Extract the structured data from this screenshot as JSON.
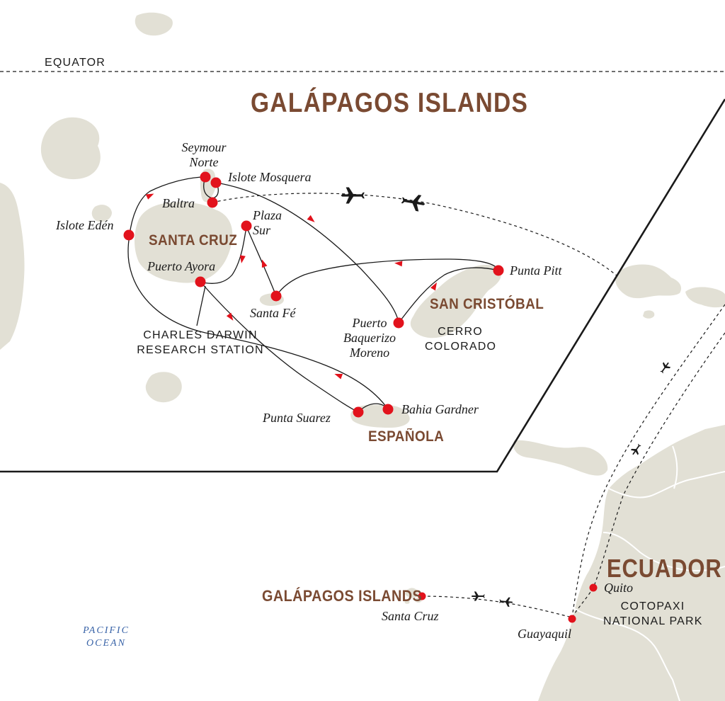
{
  "map": {
    "equator_label": "EQUATOR",
    "title": "GALÁPAGOS ISLANDS",
    "ocean_label": [
      "PACIFIC",
      "OCEAN"
    ],
    "colors": {
      "land": "#e2e0d5",
      "stop": "#e2121c",
      "island_label": "#7a4a32",
      "ocean_label": "#3a64a8",
      "route": "#1a1a1a"
    },
    "islands": [
      {
        "id": "santa-cruz",
        "label": "SANTA CRUZ"
      },
      {
        "id": "san-cristobal",
        "label": "SAN CRISTÓBAL"
      },
      {
        "id": "espanola",
        "label": "ESPAÑOLA"
      }
    ],
    "stops": [
      {
        "id": "seymour-norte",
        "label": [
          "Seymour",
          "Norte"
        ]
      },
      {
        "id": "islote-mosquera",
        "label": [
          "Islote Mosquera"
        ]
      },
      {
        "id": "baltra",
        "label": [
          "Baltra"
        ]
      },
      {
        "id": "islote-eden",
        "label": [
          "Islote Edén"
        ]
      },
      {
        "id": "plaza-sur",
        "label": [
          "Plaza",
          "Sur"
        ]
      },
      {
        "id": "puerto-ayora",
        "label": [
          "Puerto Ayora"
        ]
      },
      {
        "id": "santa-fe",
        "label": [
          "Santa Fé"
        ]
      },
      {
        "id": "puerto-baquerizo-moreno",
        "label": [
          "Puerto",
          "Baquerizo",
          "Moreno"
        ]
      },
      {
        "id": "punta-pitt",
        "label": [
          "Punta Pitt"
        ]
      },
      {
        "id": "punta-suarez",
        "label": [
          "Punta Suarez"
        ]
      },
      {
        "id": "bahia-gardner",
        "label": [
          "Bahia Gardner"
        ]
      }
    ],
    "points_of_interest": [
      {
        "id": "charles-darwin",
        "label": [
          "CHARLES DARWIN",
          "RESEARCH STATION"
        ]
      },
      {
        "id": "cerro-colorado",
        "label": [
          "CERRO",
          "COLORADO"
        ]
      }
    ],
    "mainland": {
      "country": "ECUADOR",
      "galapagos_label": "GALÁPAGOS ISLANDS",
      "santa_cruz": "Santa Cruz",
      "quito": "Quito",
      "guayaquil": "Guayaquil",
      "cotopaxi": [
        "COTOPAXI",
        "NATIONAL PARK"
      ]
    }
  }
}
